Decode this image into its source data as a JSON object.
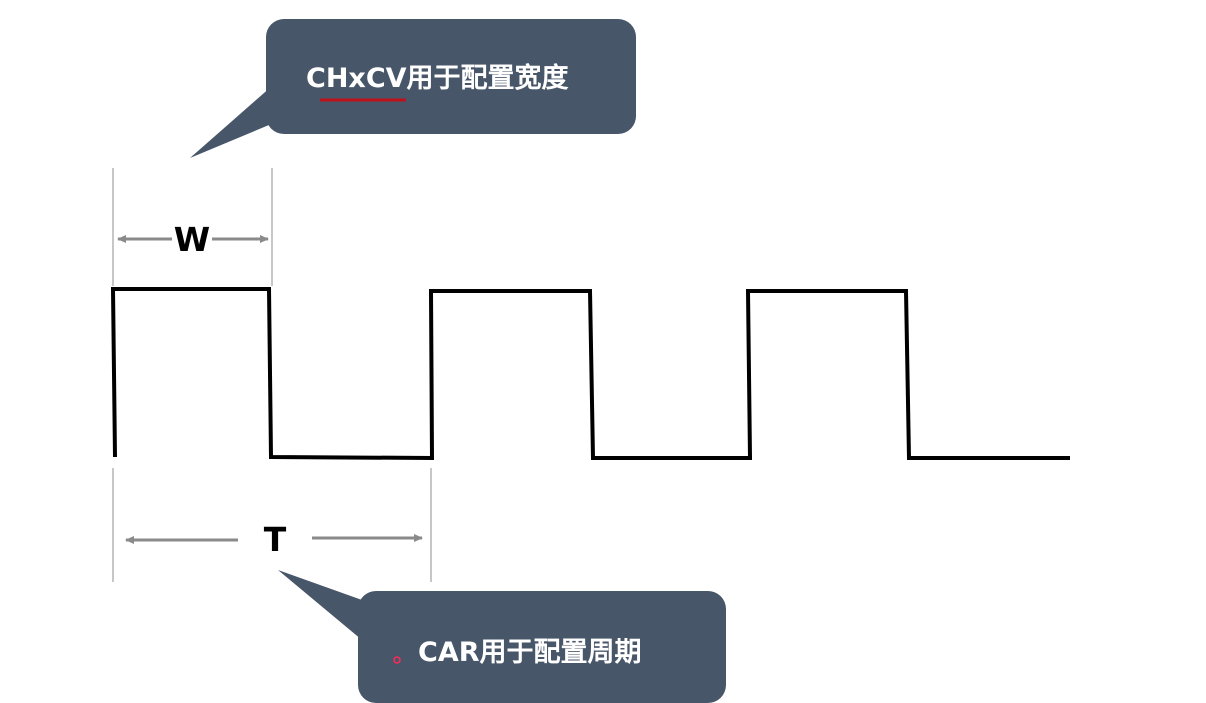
{
  "callouts": {
    "width": {
      "text": "CHxCV用于配置宽度"
    },
    "period": {
      "text": "CAR用于配置周期"
    }
  },
  "labels": {
    "width": "W",
    "period": "T"
  },
  "colors": {
    "callout_fill": "#48566a",
    "callout_text": "#ffffff",
    "underline": "#c0101a",
    "waveform": "#000000",
    "arrow": "#8a8a8a",
    "guide": "#b4b4b4",
    "dot": "#ff2a55"
  }
}
